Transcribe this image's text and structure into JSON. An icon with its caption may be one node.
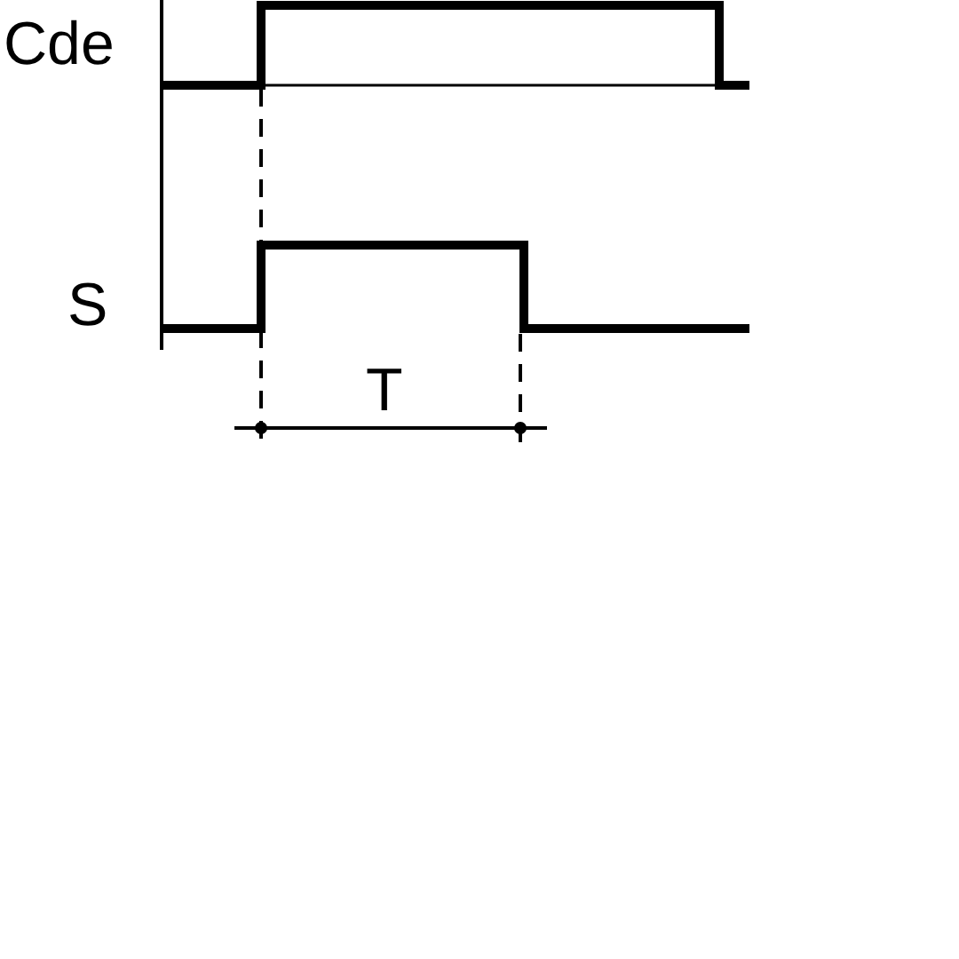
{
  "diagram": {
    "labels": [
      "Cde",
      "S",
      "T"
    ]
  }
}
